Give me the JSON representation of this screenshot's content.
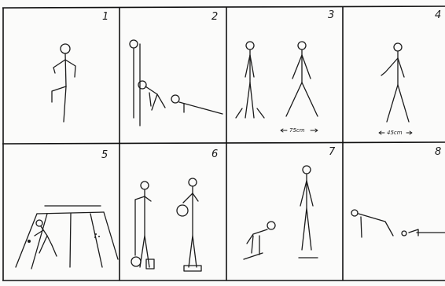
{
  "panels": [
    {
      "number": "1"
    },
    {
      "number": "2"
    },
    {
      "number": "3",
      "measure": "75cm"
    },
    {
      "number": "4",
      "measure": "45cm"
    },
    {
      "number": "5"
    },
    {
      "number": "6"
    },
    {
      "number": "7"
    },
    {
      "number": "8"
    }
  ],
  "colors": {
    "ink": "#1b1b1b",
    "paper": "#fbfbfa"
  }
}
